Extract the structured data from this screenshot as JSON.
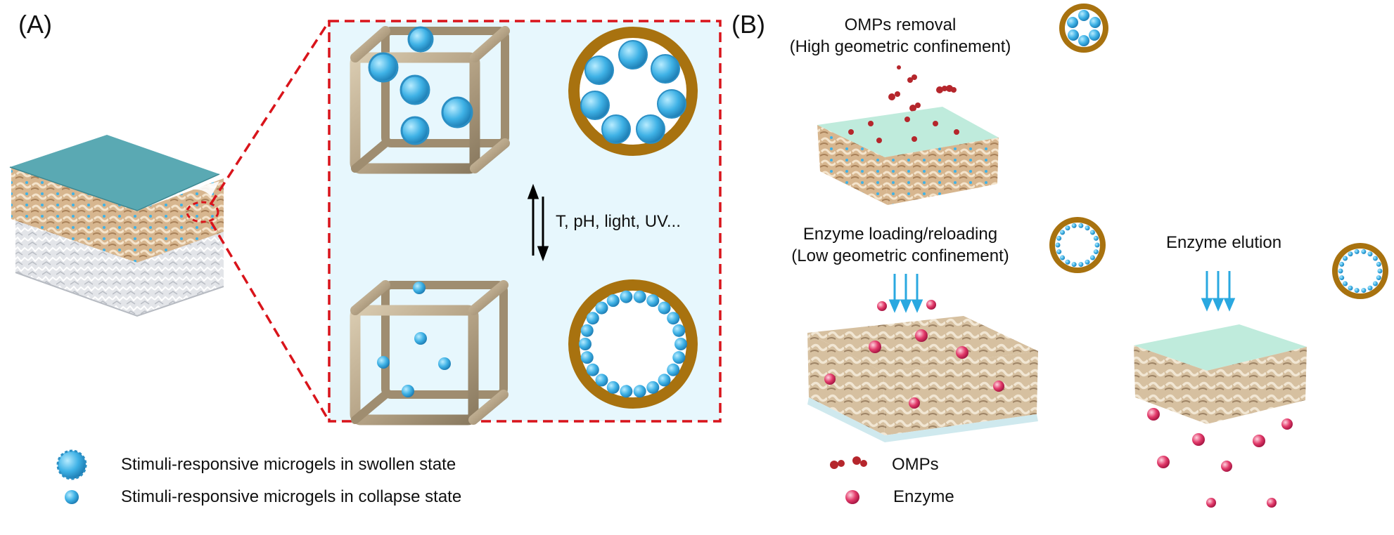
{
  "panel_a": {
    "label": "(A)",
    "stimuli_text": "T, pH, light, UV...",
    "legend": {
      "swollen": "Stimuli-responsive microgels in swollen state",
      "collapse": "Stimuli-responsive microgels in collapse state"
    }
  },
  "panel_b": {
    "label": "(B)",
    "omps_removal": {
      "line1": "OMPs removal",
      "line2": "(High geometric confinement)"
    },
    "enzyme_loading": {
      "line1": "Enzyme loading/reloading",
      "line2": "(Low geometric confinement)"
    },
    "enzyme_elution": "Enzyme elution",
    "legend": {
      "omps": "OMPs",
      "enzyme": "Enzyme"
    }
  },
  "colors": {
    "microgel_blue": "#3fb2e6",
    "ring_brown": "#a8720f",
    "frame_tan": "#b6a487",
    "dash_red": "#d9141b",
    "inset_bg": "#e7f7fd",
    "membrane_teal": "#5aa9b3",
    "substrate_tan": "#d8b48c",
    "enzyme_pink": "#e23a6a",
    "arrow_blue": "#2aa8e0"
  }
}
